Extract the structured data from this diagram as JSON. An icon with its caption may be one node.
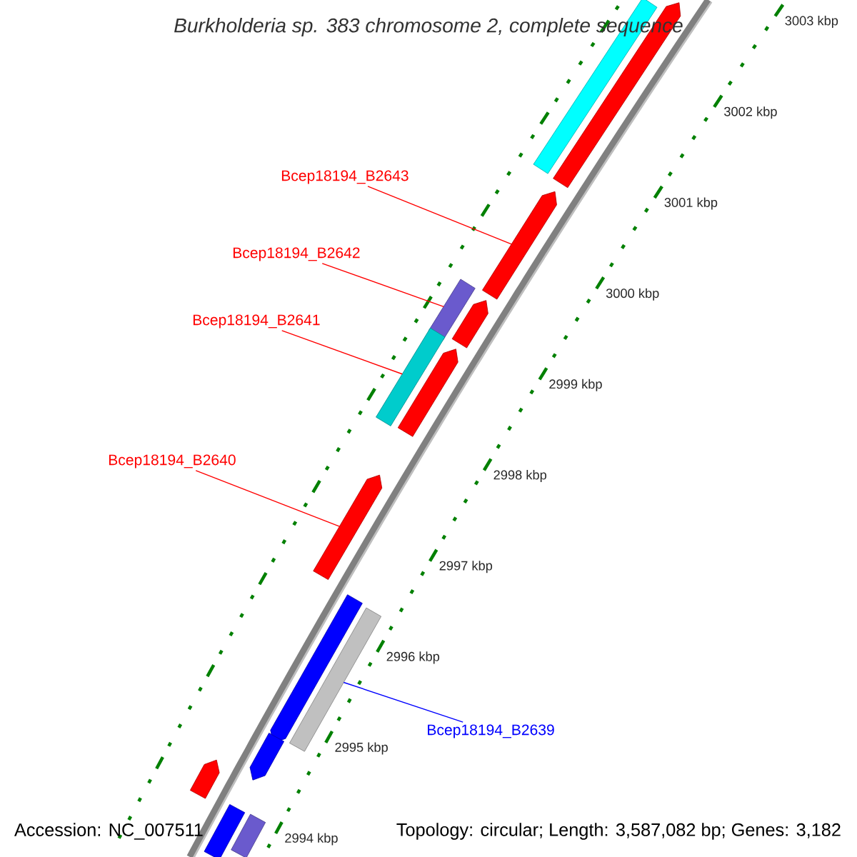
{
  "diagram": {
    "title": "Burkholderia sp. 383 chromosome 2, complete sequence",
    "nodes": [
      {
        "text": [
          "Bcep18194_B2643"
        ]
      },
      {
        "text": [],
        "shape": "bar"
      },
      {
        "text": [
          "Bcep18194_B2642"
        ]
      },
      {
        "text": [],
        "shape": "bar"
      },
      {
        "text": [
          "Bcep18194_B2641"
        ]
      },
      {
        "text": [],
        "shape": "bar"
      },
      {
        "text": [
          "Bcep18194_B2640"
        ]
      },
      {
        "text": [],
        "shape": "bar"
      },
      {
        "text": [
          "Bcep18194_B2639"
        ]
      },
      {
        "text": [],
        "shape": "bar"
      },
      {
        "text": [],
        "shape": "bar"
      },
      {
        "text": [],
        "shape": "bar"
      },
      {
        "text": [],
        "shape": "bar"
      },
      {
        "text": [],
        "shape": "bar"
      },
      {
        "text": [],
        "shape": "bar"
      },
      {
        "text": [],
        "shape": "bar"
      },
      {
        "text": [],
        "shape": "bar"
      },
      {
        "text": [],
        "shape": "bar"
      },
      {
        "text": [],
        "shape": "bar"
      }
    ],
    "edges": [
      {
        "from": 0,
        "to": 1,
        "arrow": "none"
      },
      {
        "from": 2,
        "to": 3,
        "arrow": "none"
      },
      {
        "from": 4,
        "to": 5,
        "arrow": "none"
      },
      {
        "from": 6,
        "to": 7,
        "arrow": "none"
      },
      {
        "from": 8,
        "to": 9,
        "arrow": "none",
        "color": "#0000ff"
      }
    ],
    "labels": [
      "3003 kbp",
      "3002 kbp",
      "3001 kbp",
      "3000 kbp",
      "2999 kbp",
      "2998 kbp",
      "2997 kbp",
      "2996 kbp",
      "2995 kbp",
      "Accession: NC_007511",
      "Topology: circular; Length: 3,587,082 bp; Genes: 3,182",
      "2994 kbp"
    ]
  }
}
